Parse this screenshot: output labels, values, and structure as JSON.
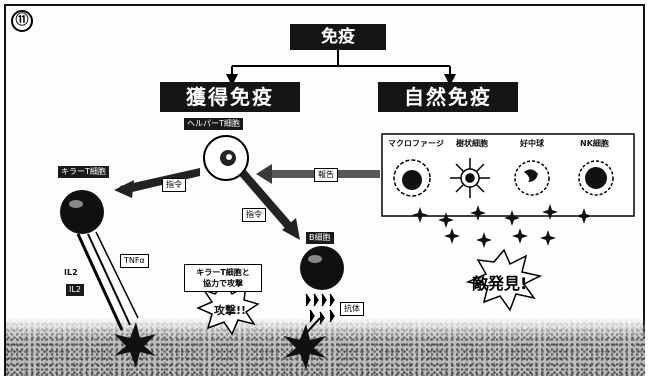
{
  "number": "⑪",
  "title": "免疫",
  "acquired": "獲得免疫",
  "innate": "自然免疫",
  "helper_tag": "ヘルパーT細胞",
  "killer_tag": "キラーT細胞",
  "b_tag": "B細胞",
  "innate_cells": [
    "マクロファージ",
    "樹状細胞",
    "好中球",
    "NK細胞"
  ],
  "command_left": "指令",
  "command_down": "指令",
  "report": "報告",
  "il2": "IL2",
  "il2_tag": "IL2",
  "tnf": "TNFα",
  "antibody_tag": "抗体",
  "cooperation_box": "キラーT細胞と\n協力で攻撃",
  "attack_burst": "攻撃!!",
  "found_burst": "敵発見!"
}
